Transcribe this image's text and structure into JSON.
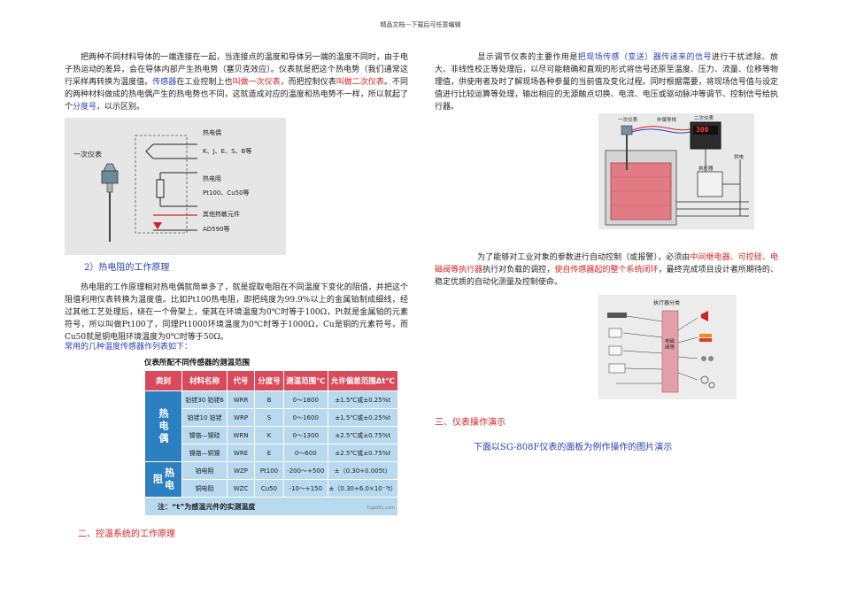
{
  "header": "精品文档---下载后可任意编辑",
  "left": {
    "para1": {
      "a": "把两种不同材料导体的一端连接在一起，当连接点的温度和导体另一端的温度不同时，由于电子热运动的差异，会在导体内部产生热电势（塞贝克效应）。仪表就是把这个热电势（我们通常这行采样再转换为温度值。",
      "b": "传感器",
      "c": "在工业控制上也",
      "d": "叫做一次仪表",
      "e": "，而把控制仪表",
      "f": "叫做二次仪表",
      "g": "。不同的两种材料做成的热电偶产生的热电势也不同，这就造成对应的温度和热电势不一样，所以就起了个",
      "h": "分度号",
      "i": "，以示区别。"
    },
    "diagram1": {
      "primary_instrument": "一次仪表",
      "thermocouple": "热电偶",
      "thermocouple_types": "K、J、E、S、B等",
      "rtd": "热电阻",
      "rtd_types": "Pt100、Cu50等",
      "other": "其他热敏元件",
      "other_types": "AD590等"
    },
    "heading_rtd": "2）热电阻的工作原理",
    "para2": "热电阻的工作原理相对热电偶就简单多了，就是提取电阻在不同温度下变化的阻值，并把这个阻值利用仪表转换为温度值。比如Pt100热电阻，即把纯度为99.9%以上的金属铂制成细线，经过其他工艺处理后，绕在一个骨架上，使其在环境温度为0℃时等于100Ω，Pt就是金属铂的元素符号，所以叫做Pt100了，同理Pt1000环境温度为0℃时等于1000Ω，Cu是铜的元素符号，而Cu50就是铜电阻环境温度为0℃时等于50Ω。",
    "caption_common": "常用的几种温度传感器作列表如下：",
    "table": {
      "title": "仪表所配不同传感器的测温范围",
      "headers": [
        "类别",
        "材料名称",
        "代号",
        "分度号",
        "测温范围℃",
        "允许偏差范围Δt℃"
      ],
      "cat_thermocouple": "热电偶",
      "cat_rtd": "热电阻",
      "thermocouple_rows": [
        [
          "铂铑30 铂铑6",
          "WRR",
          "B",
          "0～1800",
          "±1.5℃或±0.25%t"
        ],
        [
          "铂铑10 铂铑",
          "WRP",
          "S",
          "0～1600",
          "±1.5℃或±0.25%t"
        ],
        [
          "镍铬—镍硅",
          "WRN",
          "K",
          "0～1300",
          "±2.5℃或±0.75%t"
        ],
        [
          "镍铬—铜镍",
          "WRE",
          "E",
          "0～600",
          "±2.5℃或±0.75%t"
        ]
      ],
      "rtd_rows": [
        [
          "铂电阻",
          "WZP",
          "Pt100",
          "-200～+500",
          "±（0.30+0.005t）"
        ],
        [
          "铜电阻",
          "WZC",
          "Cu50",
          "-10～+150",
          "±（0.30+6.0×10⁻³t）"
        ]
      ],
      "note": "注：“t”为感温元件的实测温度",
      "watermark": "Cop001.com"
    },
    "heading_control": "二、控温系统的工作原理"
  },
  "right": {
    "para1": {
      "a": "显示调节仪表的主要作用是",
      "b": "把现场传感（变送）器传递来的信号",
      "c": "进行干扰滤除、放大、非线性校正等处理后，以尽可能精确和直观的形式将信号还原至温度、压力、流量、位移等物理值，供使用者及时了解现场各种参量的当前值及变化过程。同时根据需要，将现场信号值与设定值进行比较运算等处理，输出相应的无源触点切换、电流、电压或驱动脉冲等调节、控制信号给执行器。"
    },
    "diagram2": {
      "primary": "一次仪表",
      "comp_wire": "补偿导线",
      "secondary": "二次仪表",
      "display": "300",
      "actuator": "执行器",
      "power": "供电"
    },
    "para2": {
      "a": "为了能够对工业对象的参数进行自动控制（或报警），必须由",
      "b": "中间继电器、可控硅、电磁阀等执行器",
      "c": "执行对负载的调控，",
      "d": "使自传感器起的整个系统闭环",
      "e": "，最终完成项目设计者所期待的、稳定优质的自动化测量及控制使命。"
    },
    "diagram3": {
      "title": "执行器分类",
      "center": "电磁阀等"
    },
    "heading_demo": "三、仪表操作演示",
    "demo_text": "下面以SG-808F仪表的面板为例作操作的图片演示"
  },
  "colors": {
    "blue": "#2a3fb3",
    "red": "#d42020",
    "table_header": "#d94a5a",
    "table_cat": "#2c7fc0",
    "table_cell": "#b9d9ef"
  }
}
